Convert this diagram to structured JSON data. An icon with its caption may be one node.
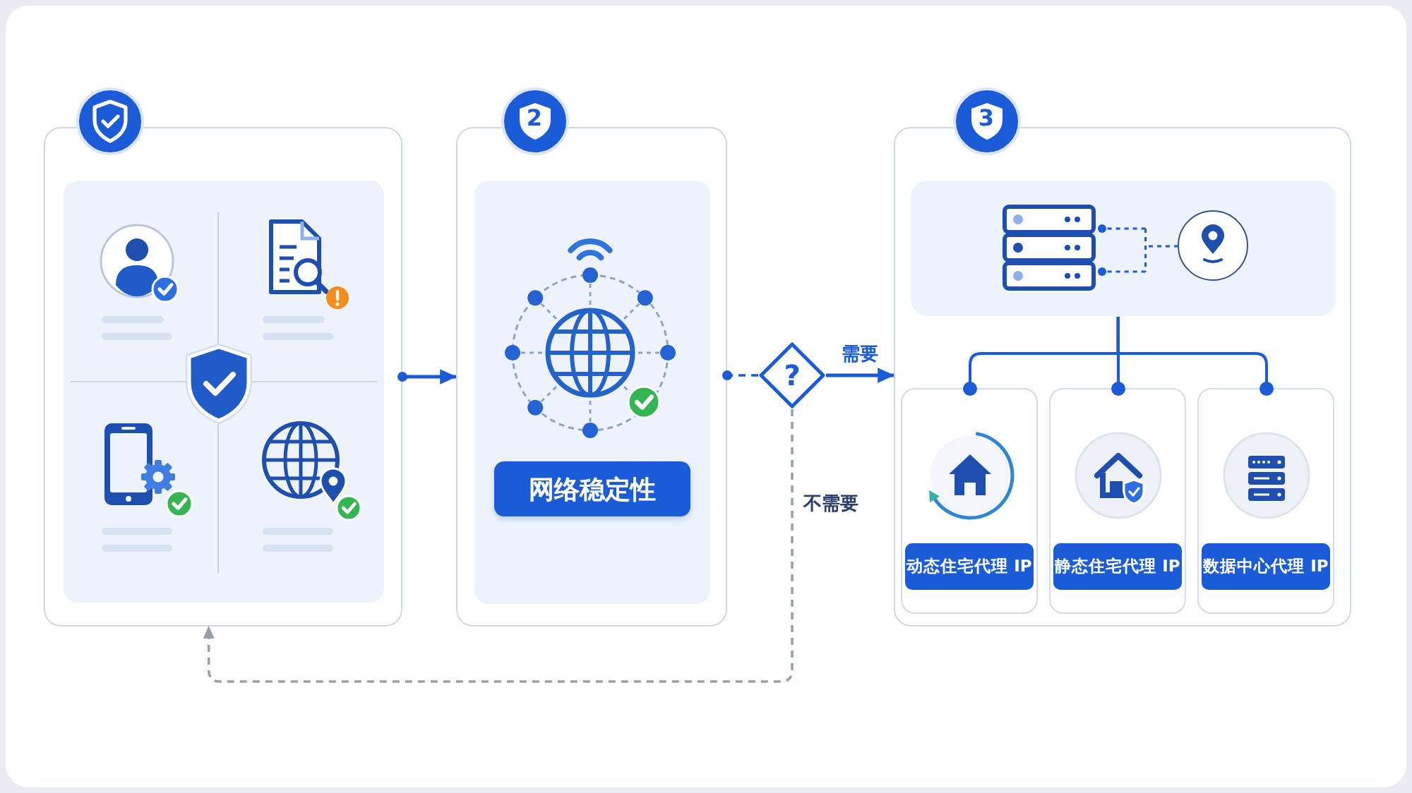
{
  "diagram": {
    "nodes": [
      {
        "text": [],
        "shape": "box"
      },
      {
        "text": [
          "2"
        ]
      },
      {
        "text": [
          "网络稳定性"
        ],
        "in": 1
      },
      {
        "text": [
          "?"
        ]
      },
      {
        "text": [
          "3"
        ]
      },
      {
        "text": [],
        "shape": "box",
        "in": 4
      },
      {
        "text": [],
        "shape": "picture",
        "in": 5
      },
      {
        "text": [],
        "shape": "circle",
        "in": 5
      },
      {
        "text": [
          "动态住宅代理 IP"
        ],
        "in": 4
      },
      {
        "text": [
          "静态住宅代理 IP"
        ],
        "in": 4
      },
      {
        "text": [
          "数据中心代理 IP"
        ],
        "in": 4
      }
    ],
    "edges": [
      {
        "from": 0,
        "to": 1,
        "arrow": "to"
      },
      {
        "from": 3,
        "to": 1,
        "arrow": "other",
        "style": "dashed"
      },
      {
        "from": 3,
        "to": 4,
        "arrow": "to",
        "label": "需要"
      },
      {
        "from": 3,
        "to": 0,
        "arrow": "to",
        "label": "不需要",
        "style": "dashed",
        "color": "#9aa0a8"
      },
      {
        "from": 5,
        "to": 8,
        "arrow": "other"
      },
      {
        "from": 5,
        "to": 9,
        "arrow": "other"
      },
      {
        "from": 5,
        "to": 10,
        "arrow": "other"
      },
      {
        "from": 7,
        "to": 6,
        "arrow": "other",
        "style": "dashed"
      }
    ]
  }
}
